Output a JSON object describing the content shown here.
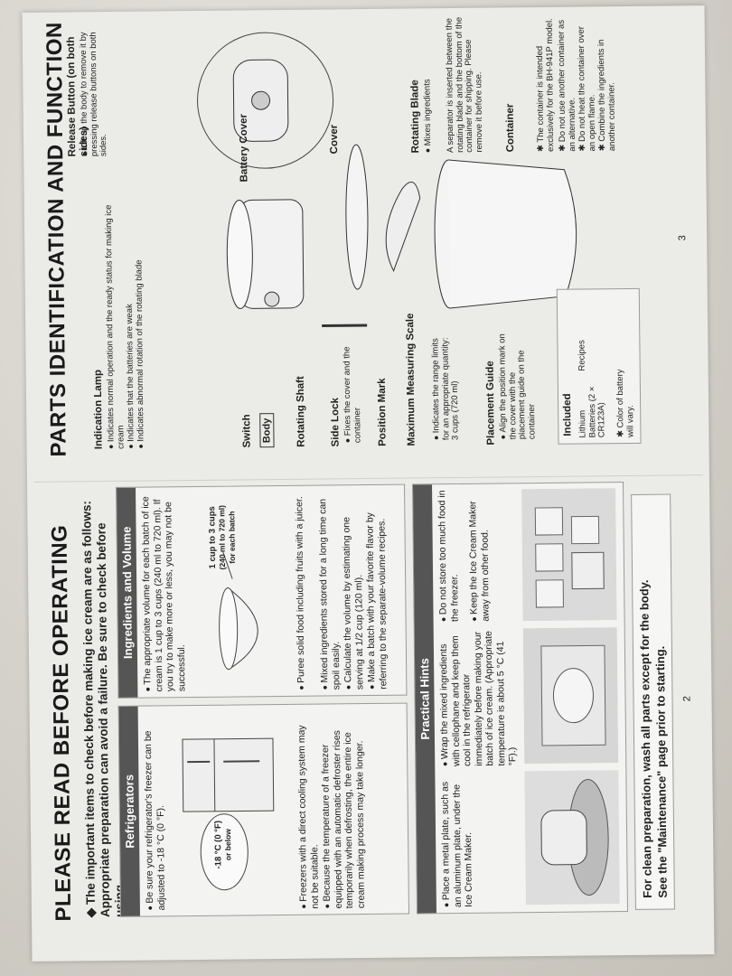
{
  "left": {
    "title": "PLEASE READ BEFORE OPERATING",
    "intro1": "◆ The important items to check before making ice cream are as follows:",
    "intro2": "Appropriate preparation can avoid a failure. Be sure to check before using.",
    "refrigerators": {
      "header": "Refrigerators",
      "b1": "Be sure your refrigerator's freezer can be adjusted to -18 °C (0 °F).",
      "callout1": "-18 °C (0 °F)",
      "callout2": "or below",
      "b2": "Freezers with a direct cooling system may not be suitable.",
      "b3": "Because the temperature of a freezer equipped with an automatic defroster rises temporarily when defrosting, the entire ice cream making process may take longer."
    },
    "ingredients": {
      "header": "Ingredients and Volume",
      "b1": "The appropriate volume for each batch of ice cream is 1 cup to 3 cups (240 ml to 720 ml). If you try to make more or less, you may not be successful.",
      "callout1": "1 cup to 3 cups",
      "callout2": "(240 ml to 720 ml)",
      "callout3": "for each batch",
      "b2": "Puree solid food including fruits with a juicer.",
      "b3": "Mixed ingredients stored for a long time can spoil easily.",
      "b4": "Calculate the volume by estimating one serving at 1/2 cup (120 ml).",
      "b5": "Make a batch with your favorite flavor by referring to the separate-volume recipes."
    },
    "hints": {
      "header": "Practical Hints",
      "b1": "Place a metal plate, such as an aluminum plate, under the Ice Cream Maker.",
      "b2": "Wrap the mixed ingredients with cellophane and keep them cool in the refrigerator immediately before making your batch of ice cream. (Appropriate temperature is about 5 °C (41 °F).)",
      "b3": "Do not store too much food in the freezer.",
      "b4": "Keep the Ice Cream Maker away from other food."
    },
    "footer1": "For clean preparation, wash all parts except for the body.",
    "footer2": "See the \"Maintenance\" page prior to starting.",
    "page": "2"
  },
  "right": {
    "title": "PARTS IDENTIFICATION AND FUNCTION",
    "lamp": {
      "label": "Indication Lamp",
      "n1": "Indicates normal operation and the ready status for making ice cream",
      "n2": "Indicates that the batteries are weak",
      "n3": "Indicates abnormal rotation of the rotating blade"
    },
    "battery_cover": "Battery Cover",
    "release": {
      "label": "Release Button (on both sides)",
      "note": "Lift up the body to remove it by pressing release buttons on both sides."
    },
    "switch": "Switch",
    "body": "Body",
    "rotating_shaft": "Rotating Shaft",
    "side_lock": {
      "label": "Side Lock",
      "note": "Fixes the cover and the container"
    },
    "cover": "Cover",
    "position_mark": "Position Mark",
    "max_scale": {
      "label": "Maximum Measuring Scale",
      "note": "Indicates the range limits for an appropriate quantity: 3 cups (720 ml)"
    },
    "blade": {
      "label": "Rotating Blade",
      "note": "Mixes ingredients"
    },
    "separator_note": "A separator is inserted between the rotating blade and the bottom of the container for shipping. Please remove it before use.",
    "placement": {
      "label": "Placement Guide",
      "note": "Align the position mark on the cover with the placement guide on the container"
    },
    "container": "Container",
    "container_notes": [
      "✱ The container is intended exclusively for the BH-941P model.",
      "✱ Do not use another container as an alternative.",
      "✱ Do not heat the container over an open flame.",
      "✱ Combine the ingredients in another container."
    ],
    "included": {
      "label": "Included",
      "batteries": "Lithium Batteries (2 × CR123A)",
      "recipes": "Recipes",
      "color_note": "✱ Color of battery will vary."
    },
    "page": "3"
  }
}
